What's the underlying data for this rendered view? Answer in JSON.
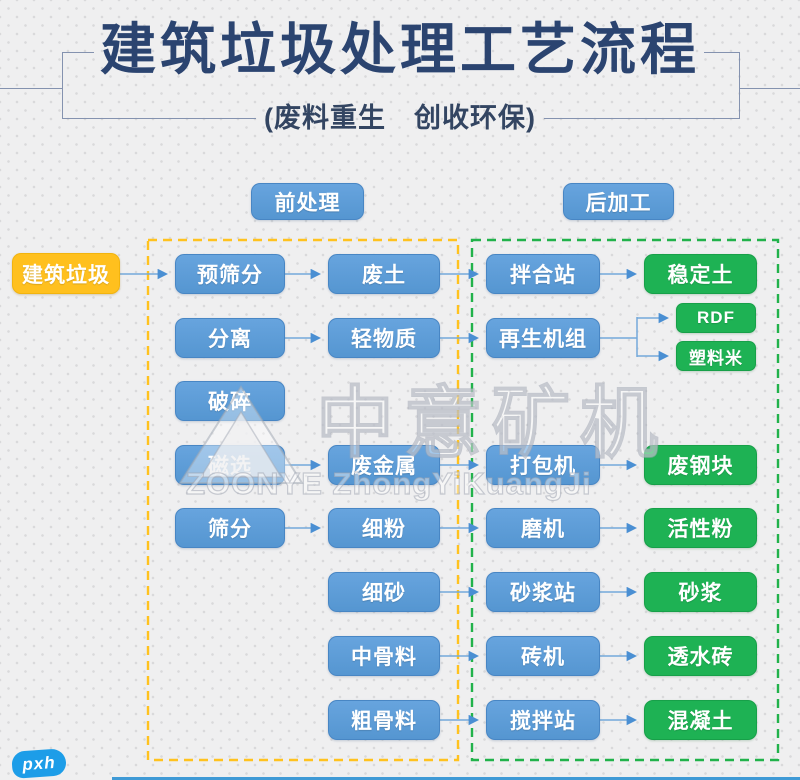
{
  "header": {
    "title": "建筑垃圾处理工艺流程",
    "subtitle": "(废料重生　创收环保)"
  },
  "sections": {
    "pre": "前处理",
    "post": "后加工"
  },
  "source": "建筑垃圾",
  "col1": [
    "预筛分",
    "分离",
    "破碎",
    "磁选",
    "筛分"
  ],
  "col2": [
    "废土",
    "轻物质",
    "废金属",
    "细粉",
    "细砂",
    "中骨料",
    "粗骨料"
  ],
  "col3": [
    "拌合站",
    "再生机组",
    "打包机",
    "磨机",
    "砂浆站",
    "砖机",
    "搅拌站"
  ],
  "col4": [
    "稳定土",
    "废钢块",
    "活性粉",
    "砂浆",
    "透水砖",
    "混凝土"
  ],
  "branch": [
    "RDF",
    "塑料米"
  ],
  "edges": [
    "建筑垃圾→预筛分",
    "预筛分→废土",
    "废土→拌合站",
    "拌合站→稳定土",
    "分离→轻物质",
    "轻物质→再生机组",
    "再生机组→RDF",
    "再生机组→塑料米",
    "磁选→废金属",
    "废金属→打包机",
    "打包机→废钢块",
    "筛分→细粉",
    "细粉→磨机",
    "磨机→活性粉",
    "细砂→砂浆站",
    "砂浆站→砂浆",
    "中骨料→砖机",
    "砖机→透水砖",
    "粗骨料→搅拌站",
    "搅拌站→混凝土"
  ],
  "watermark": {
    "cn": "中意矿机",
    "en": "ZOONYE ZhongYiKuangJi"
  },
  "footer": {
    "logo_text": "pxh"
  },
  "colors": {
    "title_navy": "#2b4470",
    "process_blue": "#5b9bd5",
    "product_green": "#1eb254",
    "source_yellow": "#ffc01e",
    "pre_dash_yellow": "#ffc21f",
    "post_dash_green": "#21b24b",
    "arrow_blue": "#74a9da",
    "footer_blue": "#3f9ad6",
    "pxh_blue": "#1d9de8"
  }
}
